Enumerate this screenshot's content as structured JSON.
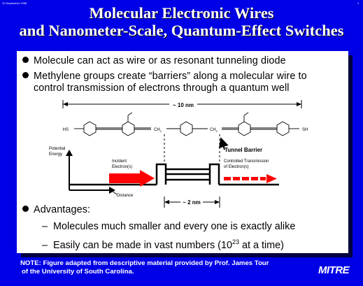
{
  "header": {
    "date_stamp": "10 September 1998",
    "page_number": "1",
    "title_line1": "Molecular Electronic Wires",
    "title_line2": "and Nanometer-Scale, Quantum-Effect Switches"
  },
  "bullets": [
    "Molecule can act as wire or as resonant tunneling diode",
    "Methylene groups create “barriers” along a molecular wire to",
    "control transmission of electrons through a quantum well"
  ],
  "diagram": {
    "length_label": "~ 10 nm",
    "hs_label": "HS",
    "sh_label": "SH",
    "ch2_left": "CH",
    "ch2_right": "CH",
    "ch2_sub": "2",
    "tunnel_barrier": "Tunnel Barrier",
    "potential_energy_1": "Potential",
    "potential_energy_2": "Energy",
    "incident_1": "Incident",
    "incident_2": "Electron(s)",
    "controlled_1": "Controlled Transmission",
    "controlled_2": "of Electron(s)",
    "distance": "Distance",
    "width_label": "~ 2 nm"
  },
  "advantages": {
    "heading": "Advantages:",
    "item1": "Molecules much smaller and every one is exactly alike",
    "item2_pre": "Easily can be made in vast numbers (10",
    "item2_sup": "23",
    "item2_post": " at a time)"
  },
  "footer": {
    "note_line1": "NOTE:  Figure adapted from descriptive material provided by Prof. James Tour",
    "note_line2": "of the University of South Carolina.",
    "logo": "MITRE"
  },
  "colors": {
    "background": "#0000e6",
    "panel": "#ffffff",
    "arrow_red": "#ff0000"
  }
}
